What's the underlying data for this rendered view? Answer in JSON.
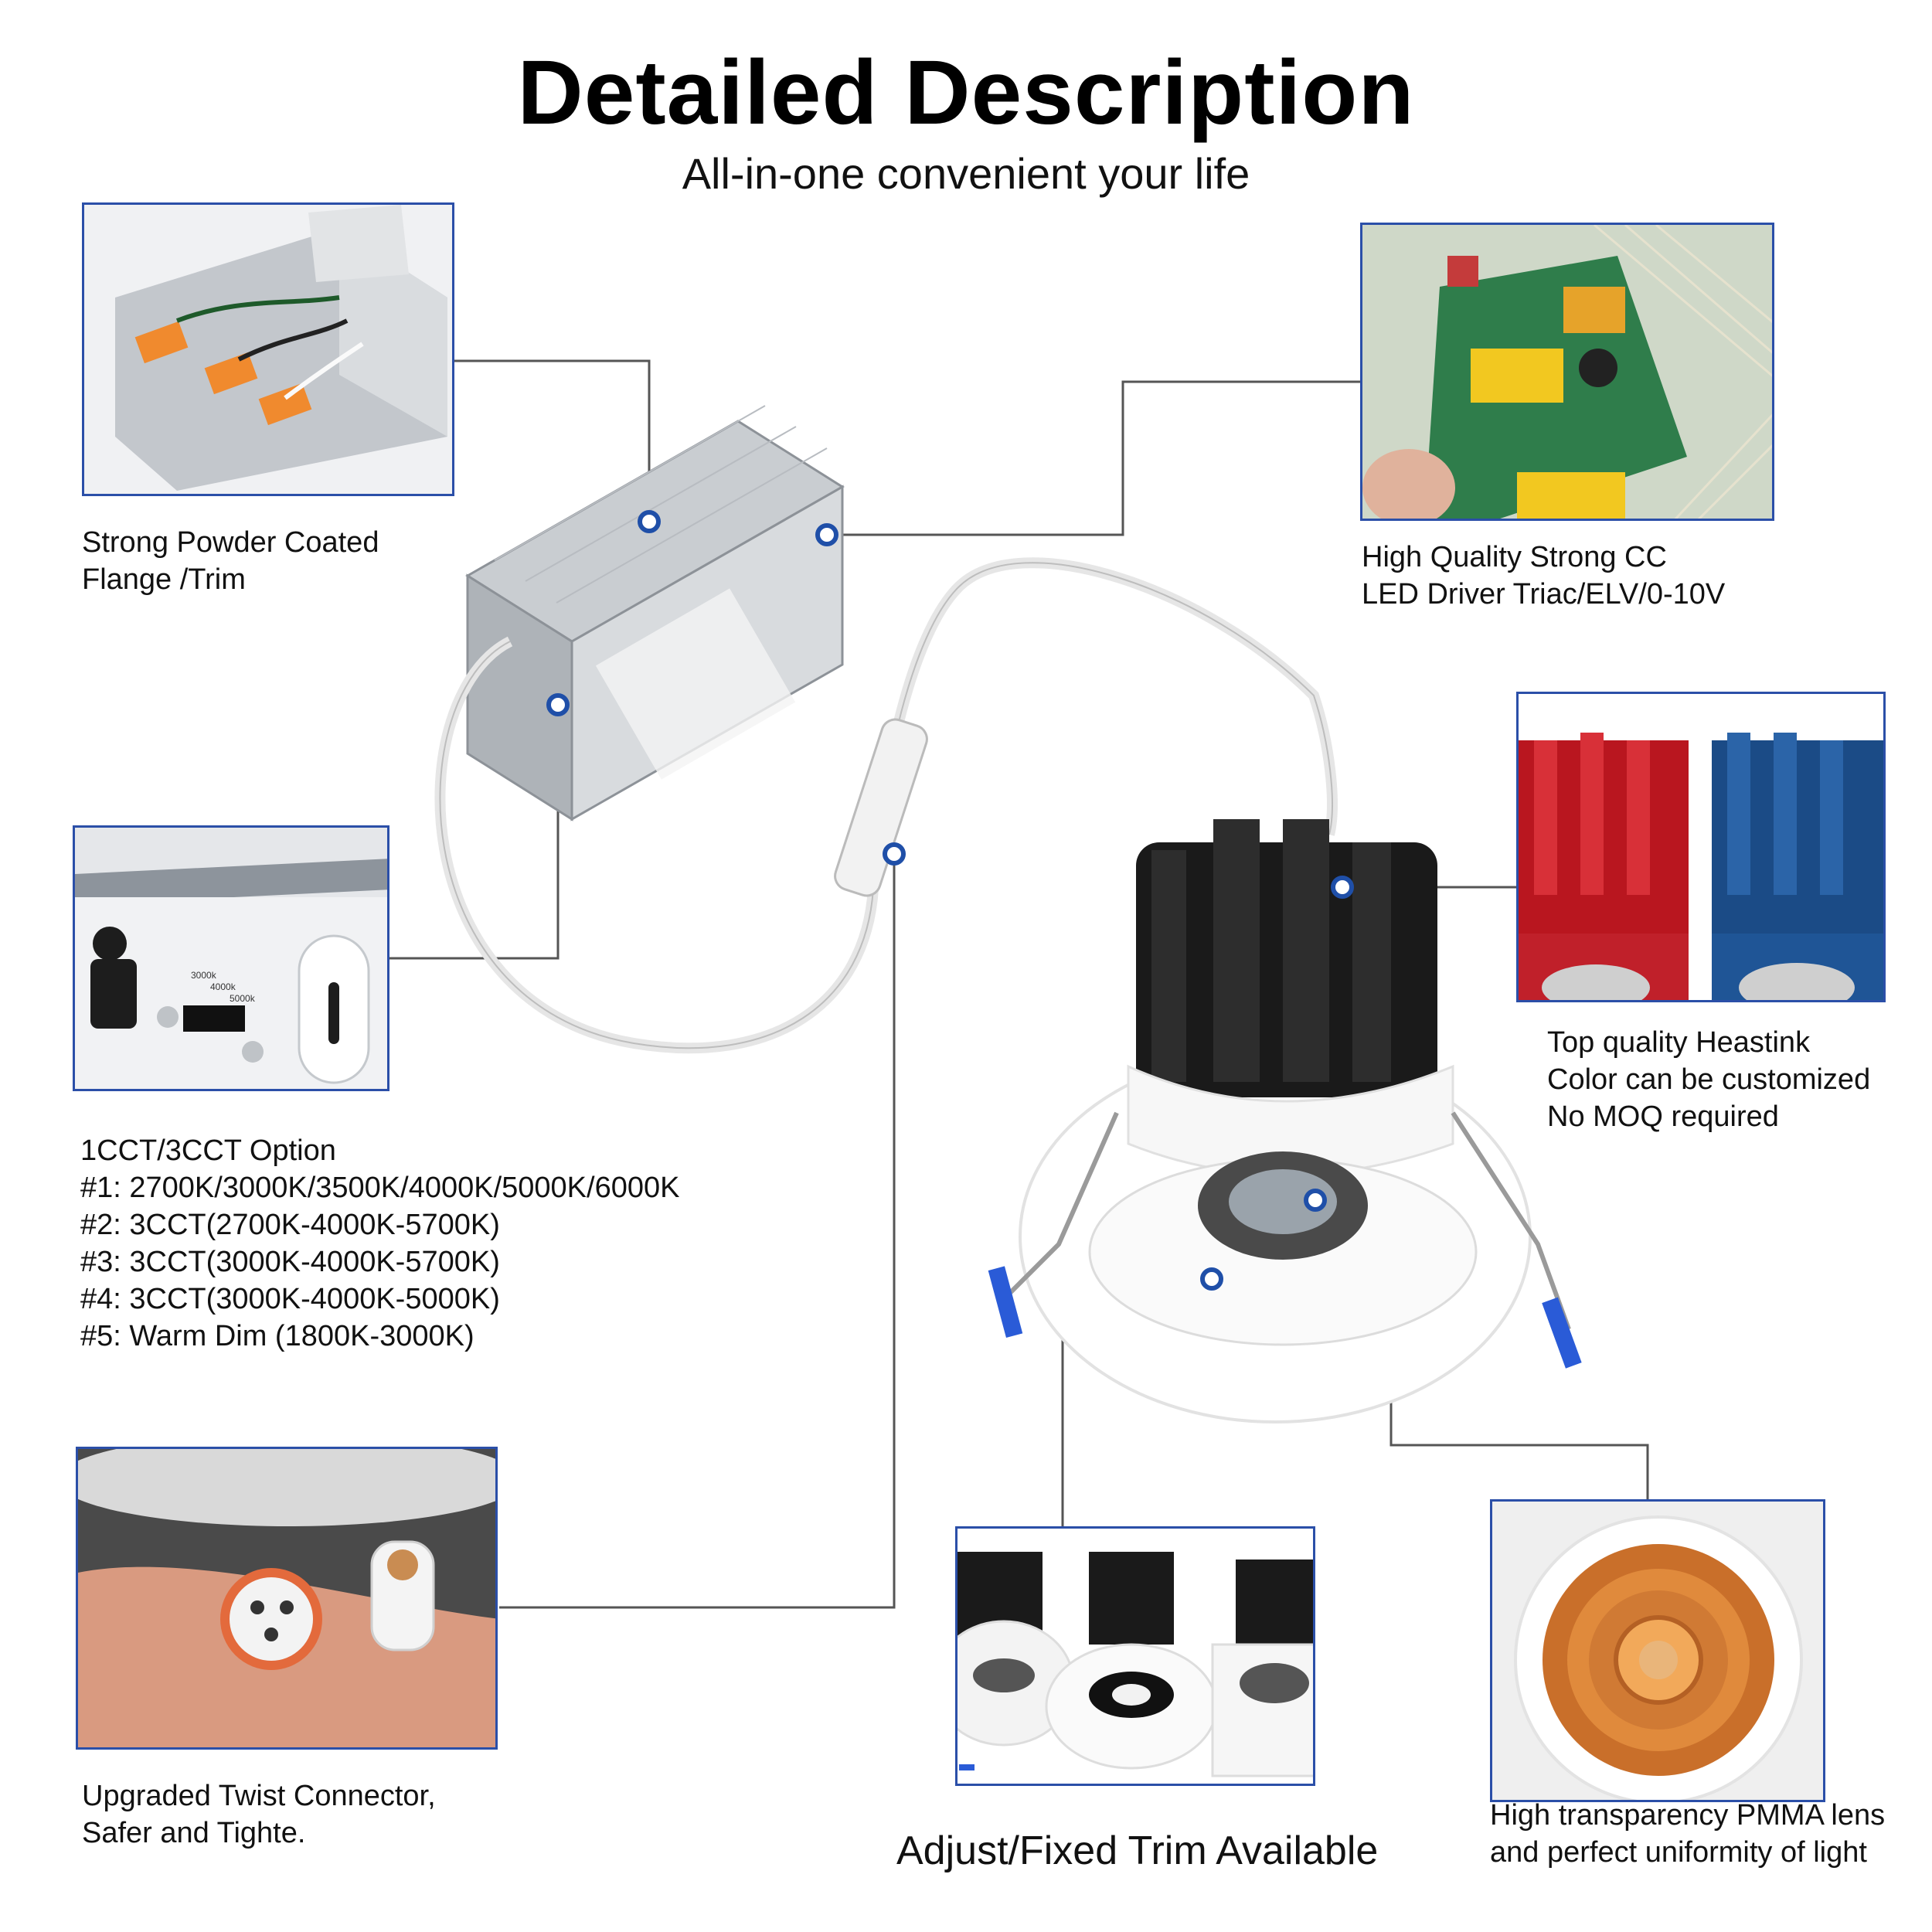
{
  "header": {
    "title": "Detailed Description",
    "subtitle": "All-in-one convenient your life"
  },
  "features": {
    "junction_box": {
      "lines": [
        "Strong Powder Coated",
        "Flange /Trim"
      ]
    },
    "driver": {
      "lines": [
        "High Quality Strong CC",
        "LED Driver Triac/ELV/0-10V"
      ]
    },
    "heatsink": {
      "lines": [
        "Top quality Heastink",
        "Color can be customized",
        "No MOQ required"
      ]
    },
    "cct": {
      "lines": [
        "1CCT/3CCT Option",
        "#1: 2700K/3000K/3500K/4000K/5000K/6000K",
        "#2: 3CCT(2700K-4000K-5700K)",
        "#3: 3CCT(3000K-4000K-5700K)",
        "#4: 3CCT(3000K-4000K-5000K)",
        "#5: Warm Dim (1800K-3000K)"
      ]
    },
    "connector": {
      "lines": [
        "Upgraded Twist Connector,",
        "Safer and Tighte."
      ]
    },
    "trim": {
      "label": "Adjust/Fixed Trim Available"
    },
    "lens": {
      "lines": [
        "High transparency PMMA lens",
        "and perfect uniformity of light"
      ]
    }
  },
  "switch_labels": [
    "3000k",
    "4000k",
    "5000k"
  ],
  "colors": {
    "accent": "#1f4fa8",
    "panel_border": "#2b4fa8",
    "line": "#555555"
  }
}
